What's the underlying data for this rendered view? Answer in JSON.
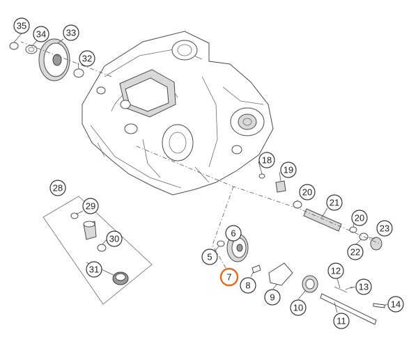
{
  "highlight_color": "#e46a1b",
  "callouts": [
    {
      "id": "c35",
      "label": "35"
    },
    {
      "id": "c34",
      "label": "34"
    },
    {
      "id": "c33",
      "label": "33"
    },
    {
      "id": "c32",
      "label": "32"
    },
    {
      "id": "c28",
      "label": "28"
    },
    {
      "id": "c29",
      "label": "29"
    },
    {
      "id": "c30",
      "label": "30"
    },
    {
      "id": "c31",
      "label": "31"
    },
    {
      "id": "c18",
      "label": "18"
    },
    {
      "id": "c19",
      "label": "19"
    },
    {
      "id": "c20a",
      "label": "20"
    },
    {
      "id": "c21",
      "label": "21"
    },
    {
      "id": "c20b",
      "label": "20"
    },
    {
      "id": "c23",
      "label": "23"
    },
    {
      "id": "c22",
      "label": "22"
    },
    {
      "id": "c6",
      "label": "6"
    },
    {
      "id": "c5",
      "label": "5"
    },
    {
      "id": "c7",
      "label": "7",
      "highlighted": true
    },
    {
      "id": "c8",
      "label": "8"
    },
    {
      "id": "c9",
      "label": "9"
    },
    {
      "id": "c10",
      "label": "10"
    },
    {
      "id": "c12",
      "label": "12"
    },
    {
      "id": "c13",
      "label": "13"
    },
    {
      "id": "c11",
      "label": "11"
    },
    {
      "id": "c14",
      "label": "14"
    }
  ]
}
